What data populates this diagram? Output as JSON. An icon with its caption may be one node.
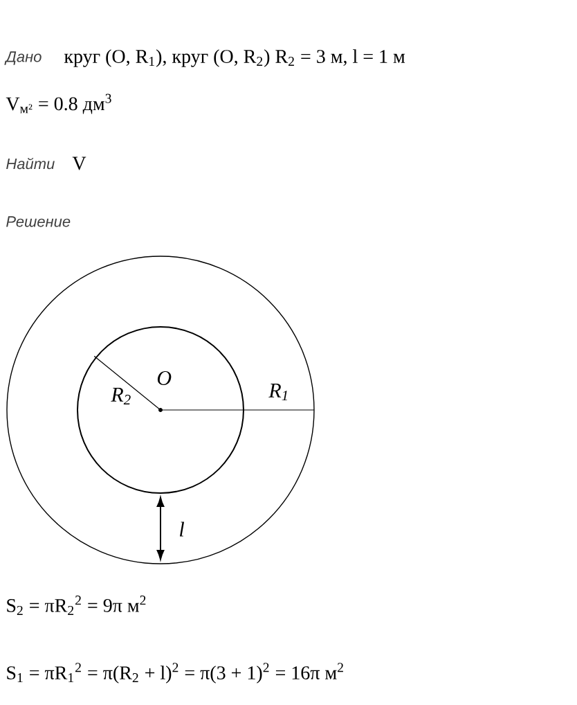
{
  "diagram": {
    "nodes": [
      {
        "text": [],
        "shape": "circle"
      },
      {
        "text": [],
        "shape": "circle",
        "in": 0
      }
    ],
    "labels": [
      "Дано",
      "круг (O, R$_{1}$), круг (O, R$_{2}$)  R$_{2}$ = 3 м, l = 1 м",
      "V$_{м²}$ = 0.8 дм$^{3}$",
      "Найти",
      "V",
      "Решение",
      "O",
      "R$_{2}$",
      "R$_{1}$",
      "l",
      "S$_{2}$ = πR$_{2}$$^{2}$ = 9π м$^{2}$",
      "S$_{1}$ = πR$_{1}$$^{2}$ = π(R$_{2}$ + l)$^{2}$ = π(3 + 1)$^{2}$ = 16π м$^{2}$"
    ]
  }
}
